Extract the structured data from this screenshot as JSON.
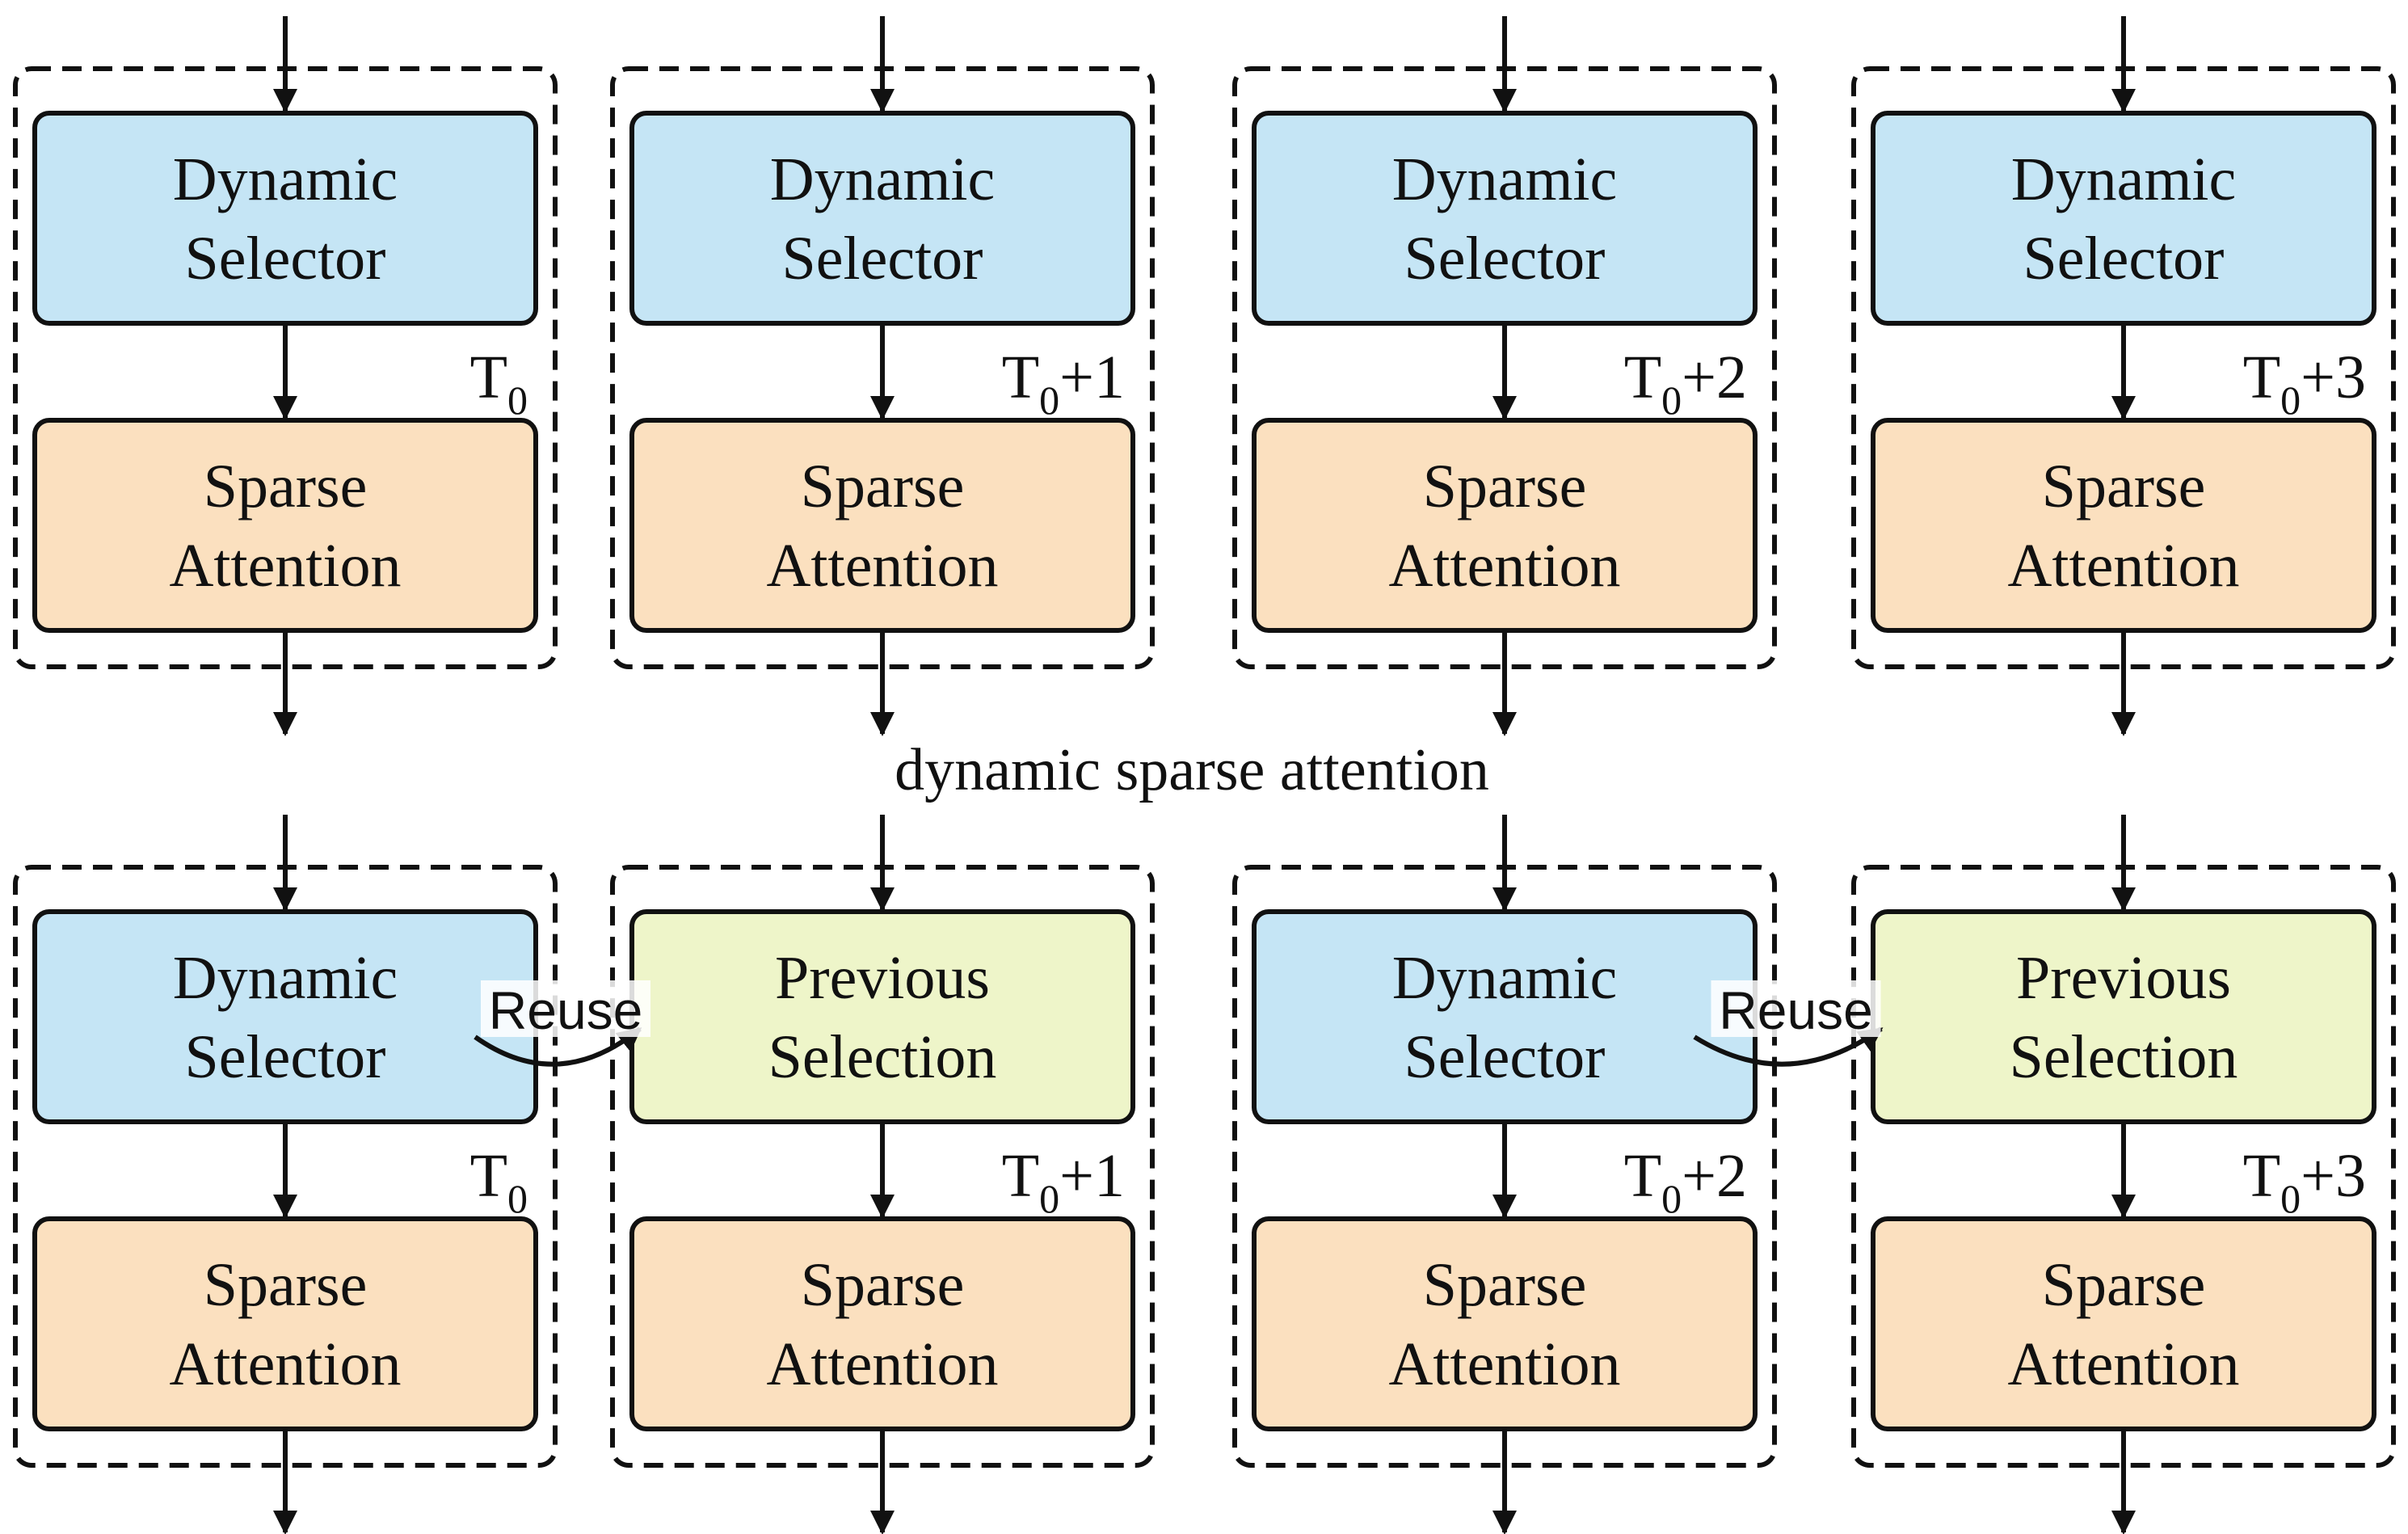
{
  "colors": {
    "selector_fill": "#c5e5f5",
    "attention_fill": "#fbe0bf",
    "previous_fill": "#eef5c9",
    "stroke": "#111111"
  },
  "diagram": {
    "top": {
      "steps": [
        {
          "time": {
            "base": "T",
            "sub": "0",
            "suffix": ""
          },
          "selector": [
            "Dynamic",
            "Selector"
          ],
          "attention": [
            "Sparse",
            "Attention"
          ]
        },
        {
          "time": {
            "base": "T",
            "sub": "0",
            "suffix": "+1"
          },
          "selector": [
            "Dynamic",
            "Selector"
          ],
          "attention": [
            "Sparse",
            "Attention"
          ]
        },
        {
          "time": {
            "base": "T",
            "sub": "0",
            "suffix": "+2"
          },
          "selector": [
            "Dynamic",
            "Selector"
          ],
          "attention": [
            "Sparse",
            "Attention"
          ]
        },
        {
          "time": {
            "base": "T",
            "sub": "0",
            "suffix": "+3"
          },
          "selector": [
            "Dynamic",
            "Selector"
          ],
          "attention": [
            "Sparse",
            "Attention"
          ]
        }
      ]
    },
    "caption": "dynamic sparse attention",
    "bottom": {
      "steps": [
        {
          "time": {
            "base": "T",
            "sub": "0",
            "suffix": ""
          },
          "selector": [
            "Dynamic",
            "Selector"
          ],
          "attention": [
            "Sparse",
            "Attention"
          ],
          "reused": false
        },
        {
          "time": {
            "base": "T",
            "sub": "0",
            "suffix": "+1"
          },
          "selector": [
            "Previous",
            "Selection"
          ],
          "attention": [
            "Sparse",
            "Attention"
          ],
          "reused": true
        },
        {
          "time": {
            "base": "T",
            "sub": "0",
            "suffix": "+2"
          },
          "selector": [
            "Dynamic",
            "Selector"
          ],
          "attention": [
            "Sparse",
            "Attention"
          ],
          "reused": false
        },
        {
          "time": {
            "base": "T",
            "sub": "0",
            "suffix": "+3"
          },
          "selector": [
            "Previous",
            "Selection"
          ],
          "attention": [
            "Sparse",
            "Attention"
          ],
          "reused": true
        }
      ],
      "reuse_label": "Reuse"
    }
  }
}
